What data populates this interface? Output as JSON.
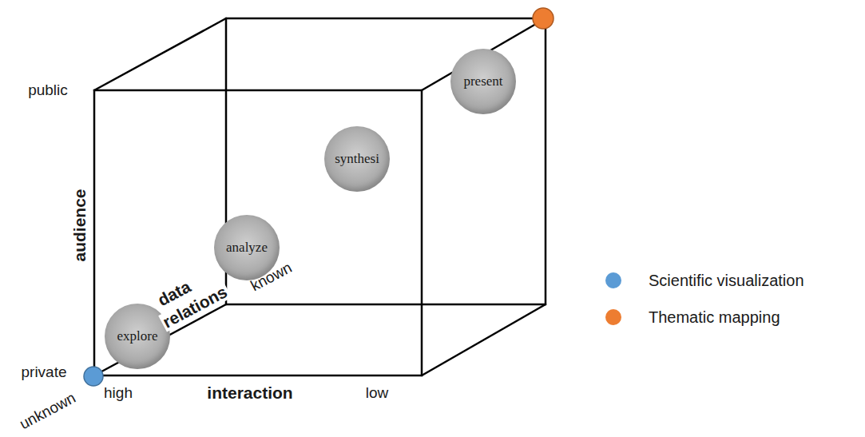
{
  "diagram": {
    "nodes": [
      {
        "text": [
          "explore"
        ]
      },
      {
        "text": [
          "analyze"
        ]
      },
      {
        "text": [
          "synthesi"
        ]
      },
      {
        "text": [
          "present"
        ]
      }
    ],
    "labels": [
      "public",
      "private",
      "audience",
      "data",
      "relations",
      "known",
      "unknown",
      "high",
      "interaction",
      "low"
    ],
    "legend": [
      {
        "text": "Scientific visualization",
        "color": "#5b9bd5"
      },
      {
        "text": "Thematic mapping",
        "color": "#ed7d31"
      }
    ]
  }
}
